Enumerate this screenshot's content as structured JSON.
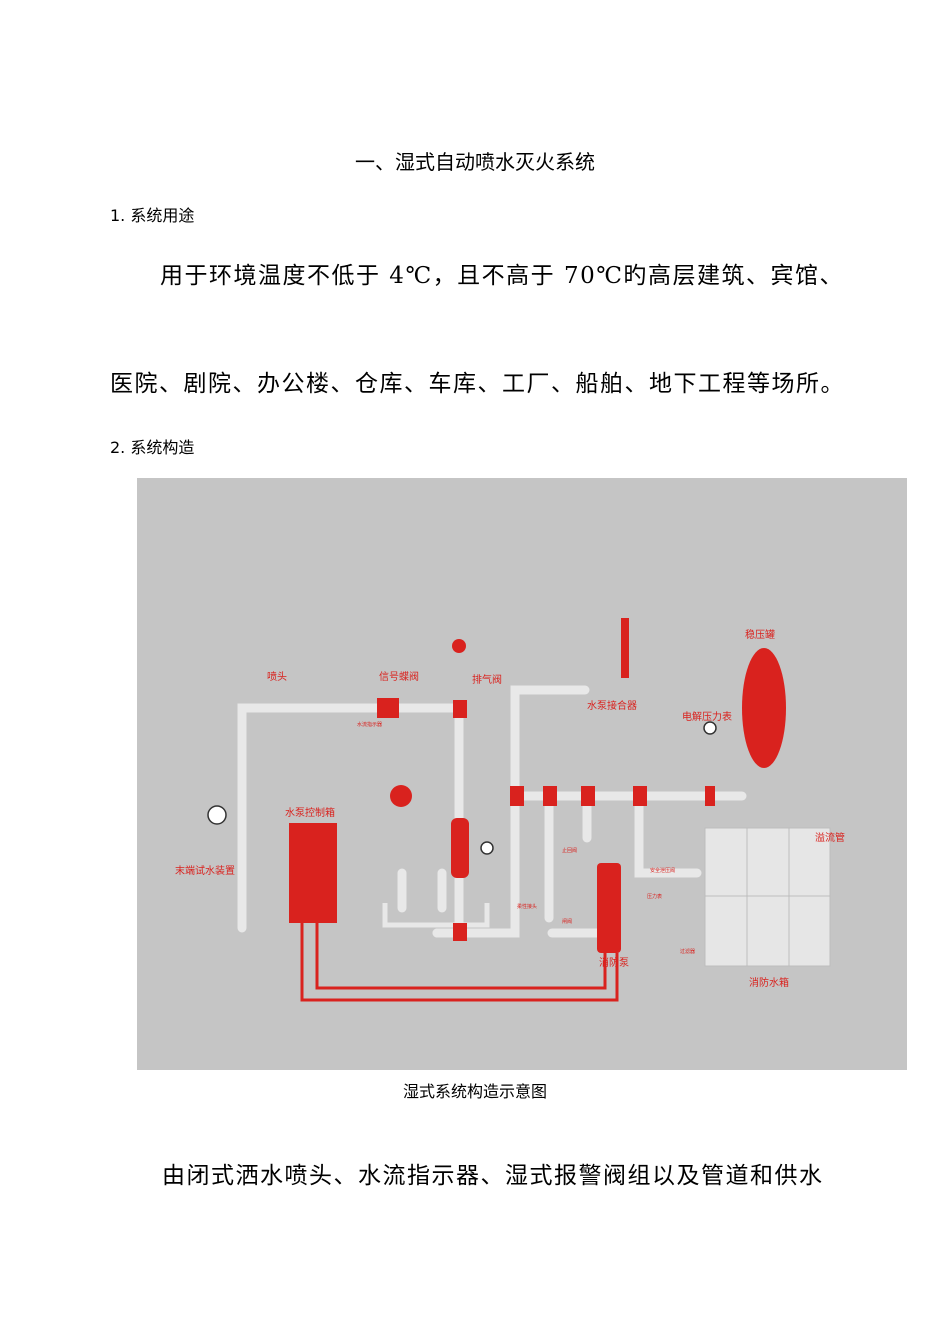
{
  "section_title": "一、湿式自动喷水灭火系统",
  "sub1": {
    "heading": "1. 系统用途",
    "line1": "用于环境温度不低于 4℃，且不高于 70℃旳高层建筑、宾馆、",
    "line2": "医院、剧院、办公楼、仓库、车库、工厂、船舶、地下工程等场所。"
  },
  "sub2": {
    "heading": "2. 系统构造"
  },
  "diagram": {
    "caption": "湿式系统构造示意图",
    "labels": {
      "sprinkler": "喷头",
      "signal_valve": "信号蝶阀",
      "exhaust_valve": "排气阀",
      "pump_connector": "水泵接合器",
      "pressure_tank": "稳压罐",
      "electrolytic_gauge": "电解压力表",
      "flow_indicator": "水流指示器",
      "end_test": "末端试水装置",
      "pump_control_box": "水泵控制箱",
      "overflow_pipe": "溢流管",
      "fire_pump": "消防泵",
      "fire_water_tank": "消防水箱",
      "small_a": "止回阀",
      "small_b": "安全泄压阀",
      "small_c": "闸阀",
      "small_d": "柔性接头",
      "small_e": "压力表",
      "small_f": "过滤器"
    }
  },
  "bottom_line": "由闭式洒水喷头、水流指示器、湿式报警阀组以及管道和供水",
  "colors": {
    "diagram_bg": "#c5c5c5",
    "red": "#d9221e",
    "pipe": "#eeeeee"
  }
}
